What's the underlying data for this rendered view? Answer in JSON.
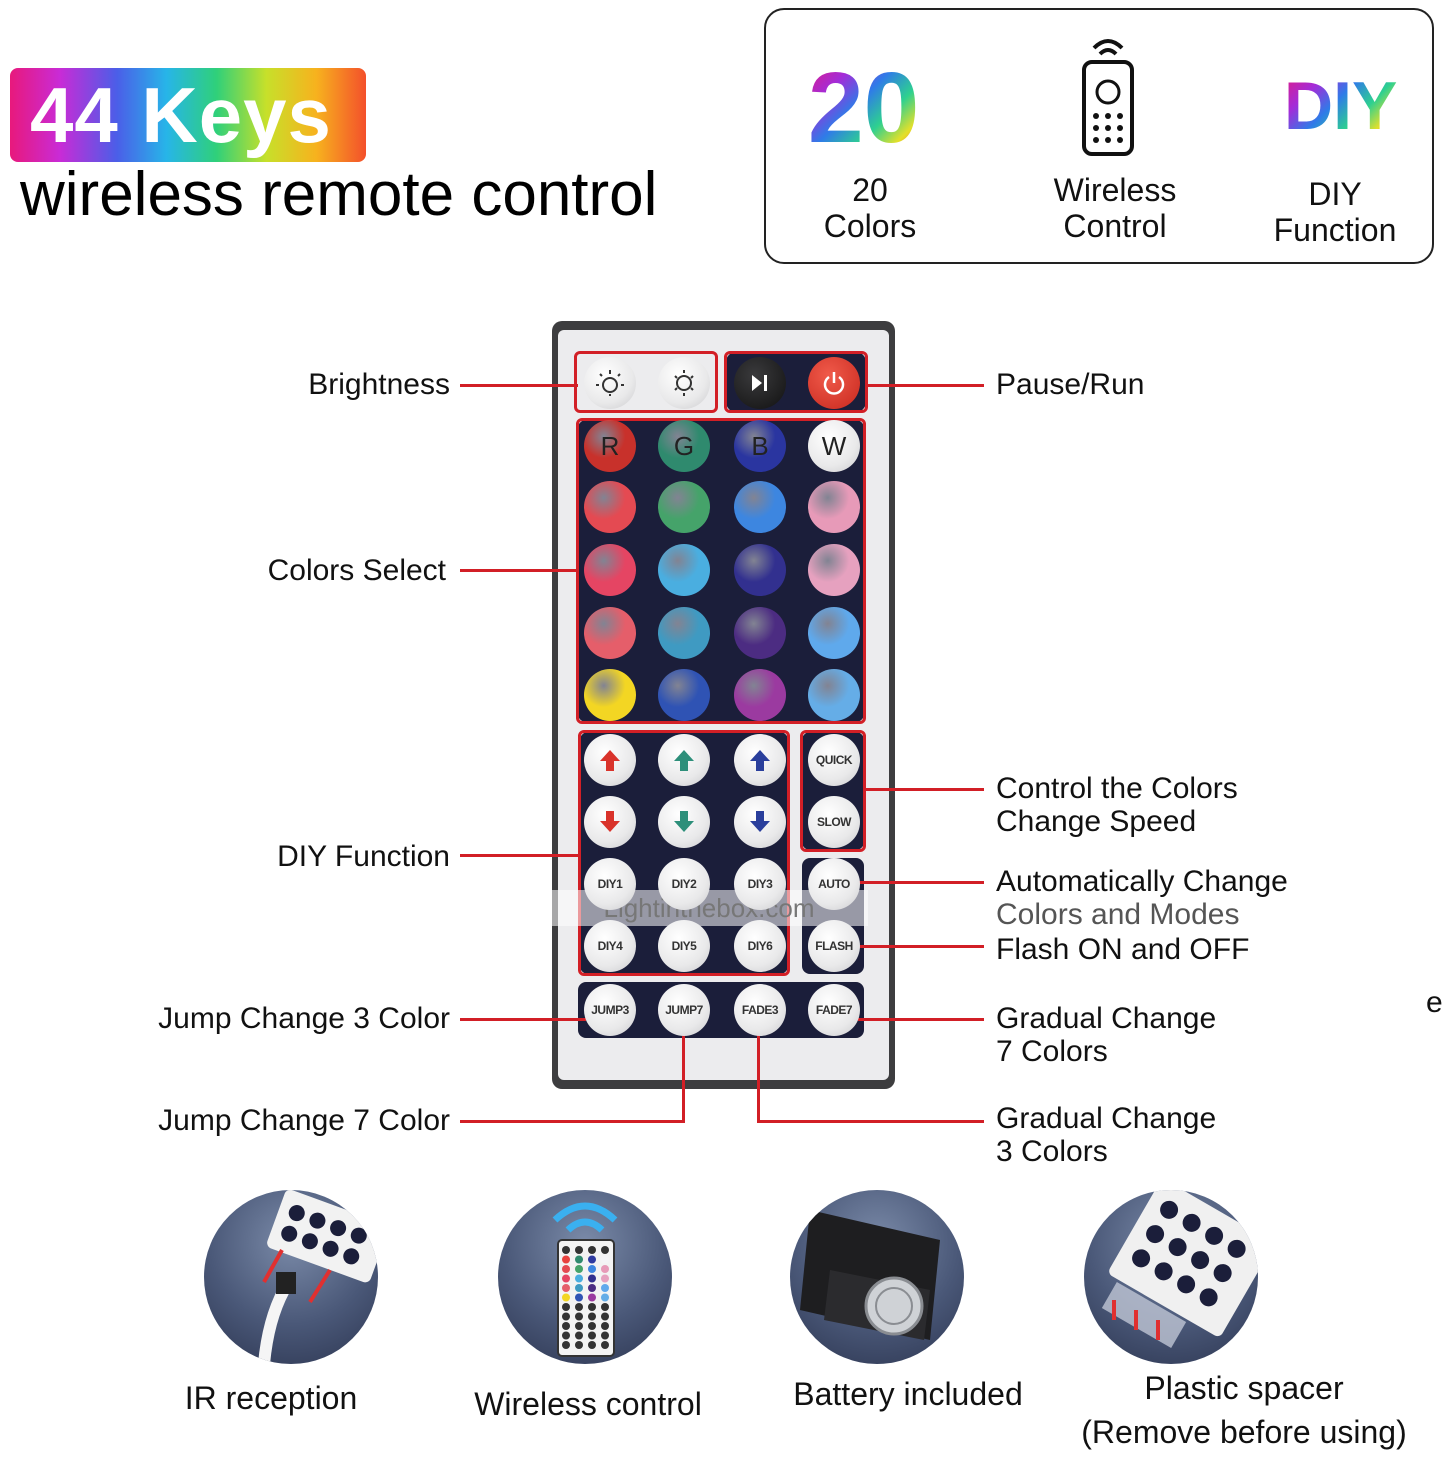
{
  "header": {
    "badge_text": "44 Keys",
    "subtitle": "wireless remote control"
  },
  "features": [
    {
      "big": "20",
      "label_line1": "20",
      "label_line2": "Colors"
    },
    {
      "icon": "remote-wifi-icon",
      "label_line1": "Wireless",
      "label_line2": "Control"
    },
    {
      "big": "DIY",
      "label_line1": "DIY",
      "label_line2": "Function"
    }
  ],
  "remote": {
    "top_row": [
      "brightness-up-icon",
      "brightness-down-icon",
      "play-pause-icon",
      "power-icon"
    ],
    "color_letters": [
      "R",
      "G",
      "B",
      "W"
    ],
    "color_rows": [
      [
        "#e8423f",
        "#2f8a6e",
        "#2e3aa0",
        "#f4f4f6"
      ],
      [
        "#e44a52",
        "#45a36a",
        "#3d86e0",
        "#e79ab8"
      ],
      [
        "#e54563",
        "#4aaee0",
        "#32308f",
        "#e6a1bf"
      ],
      [
        "#e55e6a",
        "#3f9ac2",
        "#4c2c82",
        "#5fa9ec"
      ],
      [
        "#f3d623",
        "#2f53b4",
        "#9b3aa0",
        "#65ade7"
      ]
    ],
    "arrow_colors": [
      "#d9332b",
      "#2d8f7a",
      "#2a3f9c"
    ],
    "diy_row1": [
      "DIY1",
      "DIY2",
      "DIY3"
    ],
    "diy_row2": [
      "DIY4",
      "DIY5",
      "DIY6"
    ],
    "speed": [
      "QUICK",
      "SLOW"
    ],
    "mode": [
      "AUTO",
      "FLASH"
    ],
    "bottom_row": [
      "JUMP3",
      "JUMP7",
      "FADE3",
      "FADE7"
    ]
  },
  "callouts": {
    "brightness": "Brightness",
    "pause_run": "Pause/Run",
    "colors_select": "Colors Select",
    "speed_line1": "Control the Colors",
    "speed_line2": "Change Speed",
    "diy_function": "DIY Function",
    "auto_line1": "Automatically Change",
    "auto_line2": "Colors and Modes",
    "flash": "Flash ON and OFF",
    "jump3": "Jump Change 3 Color",
    "jump7": "Jump Change 7 Color",
    "fade7_line1": "Gradual Change",
    "fade7_line2": "7 Colors",
    "fade3_line1": "Gradual Change",
    "fade3_line2": "3 Colors"
  },
  "watermark": "Lightinthebox.com",
  "stray": "e",
  "bottom": [
    {
      "icon": "ir-reception-icon",
      "label": "IR reception"
    },
    {
      "icon": "wireless-control-icon",
      "label": "Wireless control"
    },
    {
      "icon": "battery-icon",
      "label": "Battery included"
    },
    {
      "icon": "plastic-spacer-icon",
      "label_line1": "Plastic spacer",
      "label_line2": "(Remove before using)"
    }
  ]
}
